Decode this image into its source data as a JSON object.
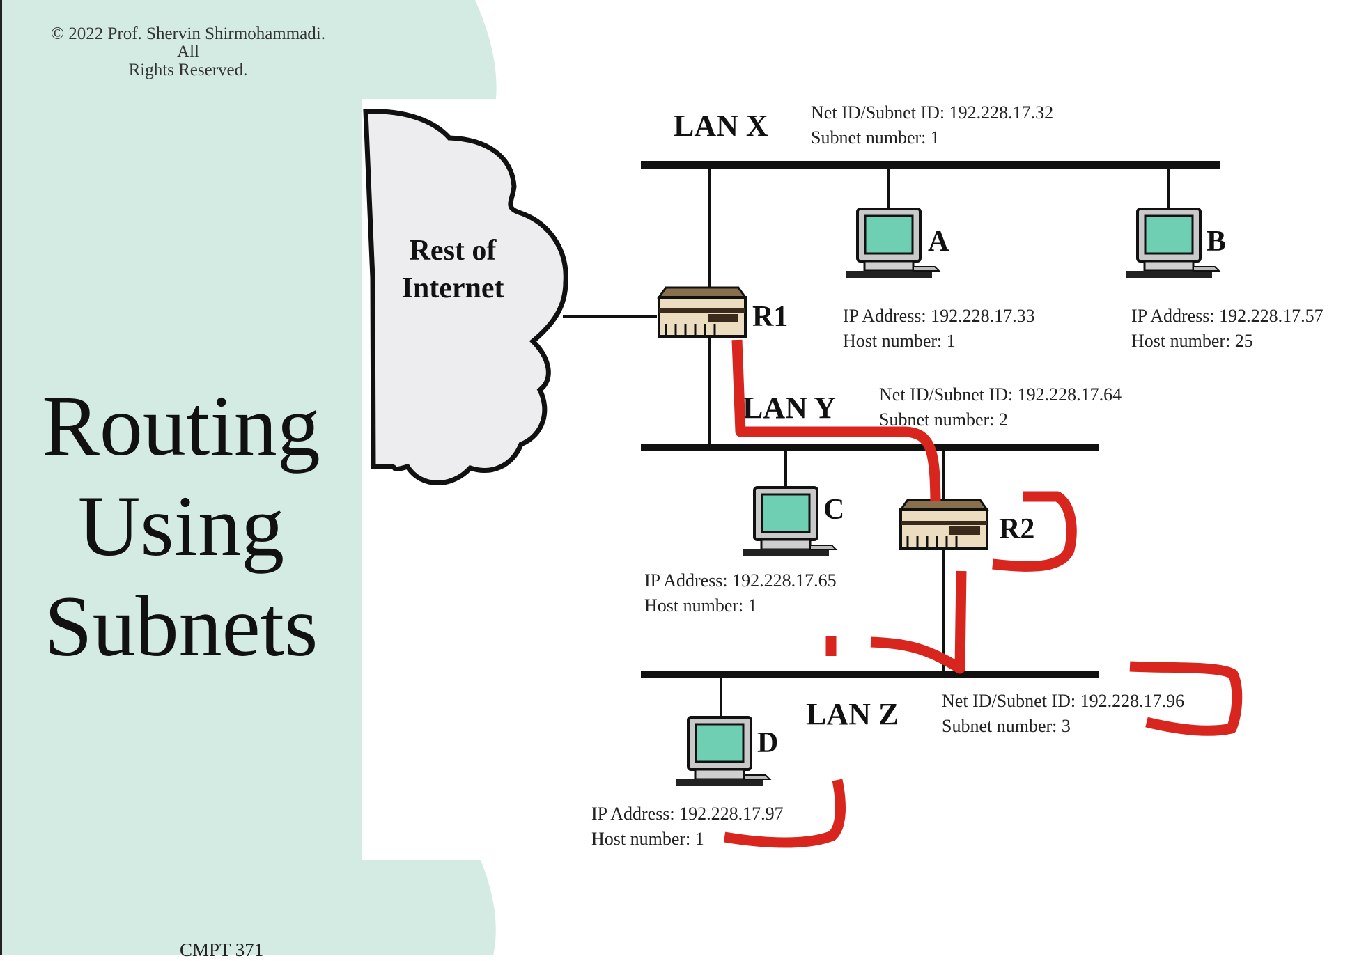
{
  "slide": {
    "copyright_line1": "© 2022 Prof. Shervin Shirmohammadi. All",
    "copyright_line2": "Rights Reserved.",
    "title_line1": "Routing",
    "title_line2": "Using",
    "title_line3": "Subnets",
    "course": "CMPT 371"
  },
  "diagram": {
    "cloud_line1": "Rest of",
    "cloud_line2": "Internet",
    "lan_x": {
      "name": "LAN X",
      "net_id": "Net ID/Subnet ID: 192.228.17.32",
      "subnet": "Subnet number: 1"
    },
    "lan_y": {
      "name": "LAN Y",
      "net_id": "Net ID/Subnet ID: 192.228.17.64",
      "subnet": "Subnet number: 2"
    },
    "lan_z": {
      "name": "LAN Z",
      "net_id": "Net ID/Subnet ID: 192.228.17.96",
      "subnet": "Subnet number: 3"
    },
    "routers": {
      "r1": "R1",
      "r2": "R2"
    },
    "hosts": {
      "a": {
        "label": "A",
        "ip": "IP Address: 192.228.17.33",
        "host": "Host number: 1"
      },
      "b": {
        "label": "B",
        "ip": "IP Address: 192.228.17.57",
        "host": "Host number: 25"
      },
      "c": {
        "label": "C",
        "ip": "IP Address: 192.228.17.65",
        "host": "Host number: 1"
      },
      "d": {
        "label": "D",
        "ip": "IP Address: 192.228.17.97",
        "host": "Host number: 1"
      }
    },
    "colors": {
      "background_panel": "#d4ebe3",
      "cloud_fill": "#ededef",
      "screen": "#6fcfb2",
      "annotation_red": "#d8261e"
    }
  }
}
